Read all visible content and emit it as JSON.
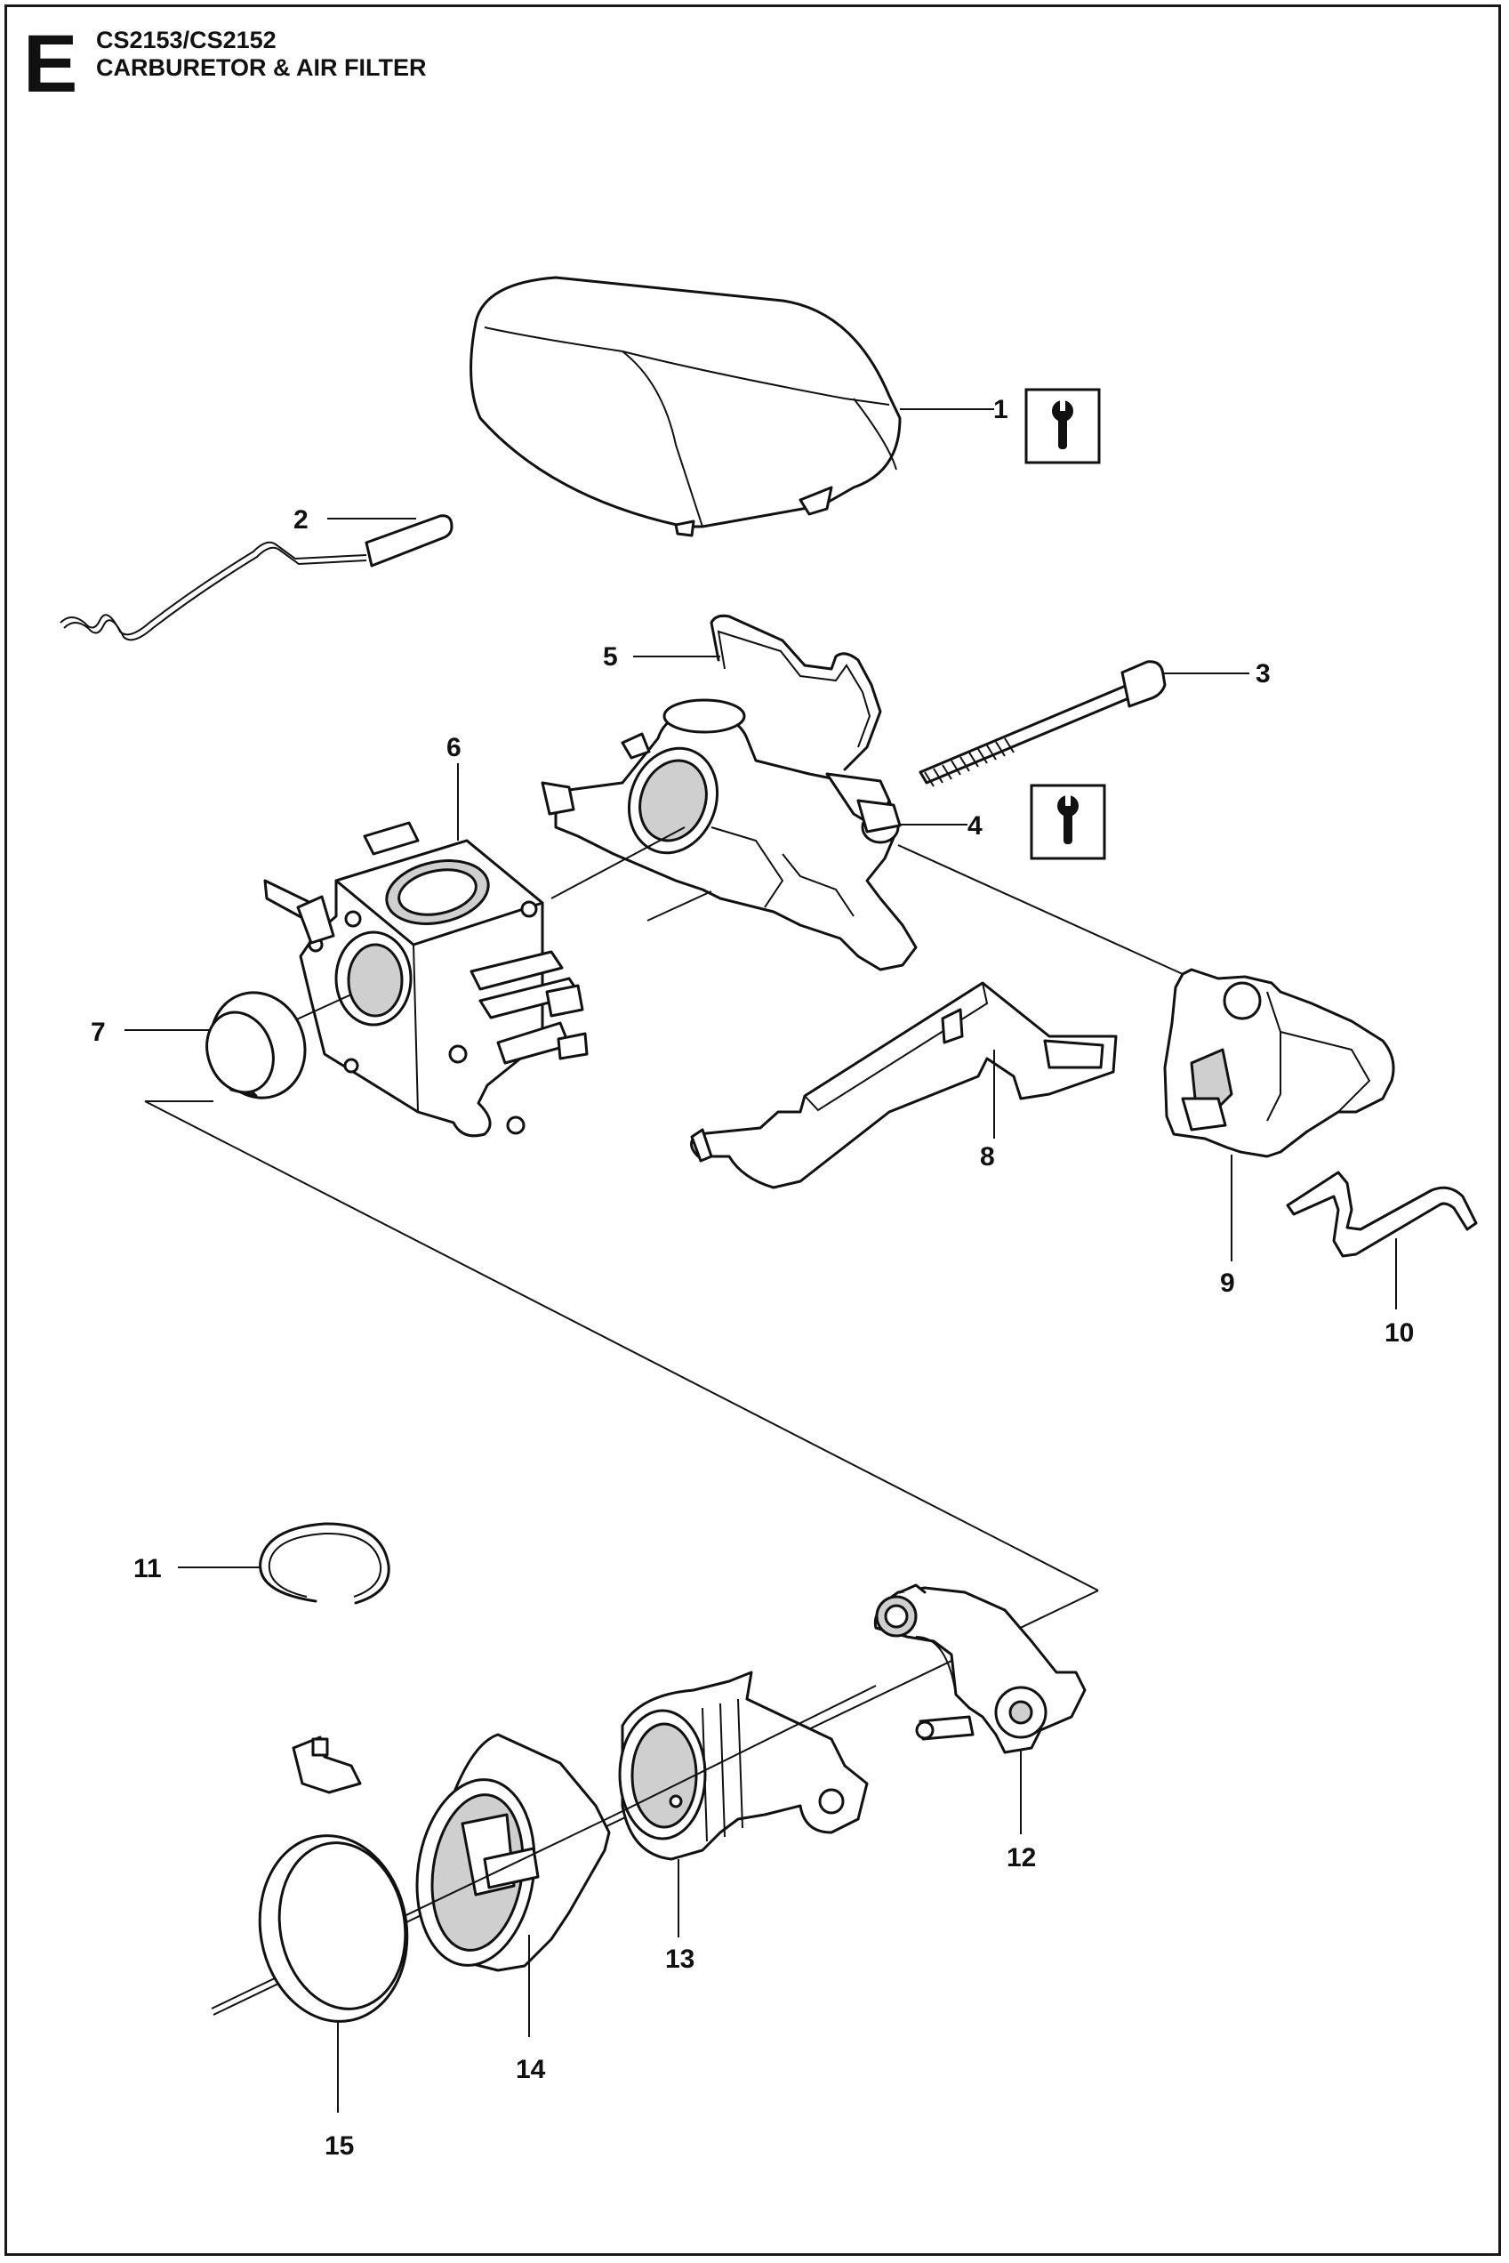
{
  "header": {
    "section_letter": "E",
    "model": "CS2153/CS2152",
    "title": "CARBURETOR & AIR FILTER"
  },
  "callouts": [
    {
      "id": 1,
      "label": "1"
    },
    {
      "id": 2,
      "label": "2"
    },
    {
      "id": 3,
      "label": "3"
    },
    {
      "id": 4,
      "label": "4"
    },
    {
      "id": 5,
      "label": "5"
    },
    {
      "id": 6,
      "label": "6"
    },
    {
      "id": 7,
      "label": "7"
    },
    {
      "id": 8,
      "label": "8"
    },
    {
      "id": 9,
      "label": "9"
    },
    {
      "id": 10,
      "label": "10"
    },
    {
      "id": 11,
      "label": "11"
    },
    {
      "id": 12,
      "label": "12"
    },
    {
      "id": 13,
      "label": "13"
    },
    {
      "id": 14,
      "label": "14"
    },
    {
      "id": 15,
      "label": "15"
    }
  ],
  "service_icons": [
    {
      "part": "1",
      "icon": "service-info-icon"
    },
    {
      "part": "4",
      "icon": "service-info-icon"
    }
  ]
}
